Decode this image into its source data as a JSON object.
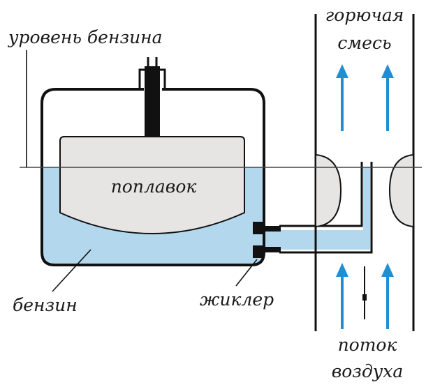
{
  "labels": {
    "fuel_level": "уровень бензина",
    "mixture_line1": "горючая",
    "mixture_line2": "смесь",
    "float": "поплавок",
    "fuel": "бензин",
    "jet": "жиклер",
    "airflow_line1": "поток",
    "airflow_line2": "воздуха"
  },
  "colors": {
    "fuel": "#b3d8ee",
    "float": "#e6e5e4",
    "arrows": "#1f8fd4",
    "outline": "#111111"
  }
}
